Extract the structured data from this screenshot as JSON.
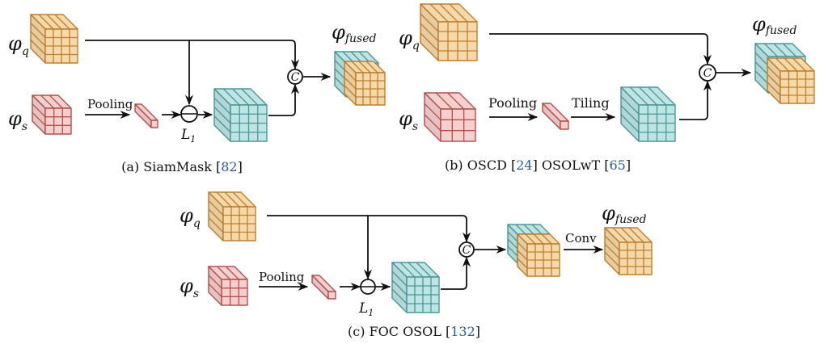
{
  "colors": {
    "query_fill": "#f6d9ab",
    "query_stroke": "#c07f2c",
    "support_fill": "#f6cfcf",
    "support_stroke": "#b4514b",
    "feature_fill": "#bfe4e4",
    "feature_stroke": "#4a9898",
    "citation": "#2a5c8f"
  },
  "symbols": {
    "phi": "φ",
    "q": "q",
    "s": "s",
    "fused": "fused",
    "L": "L",
    "one": "1",
    "concat": "C"
  },
  "labels": {
    "pooling": "Pooling",
    "tiling": "Tiling",
    "conv": "Conv"
  },
  "captions": {
    "a": {
      "tag": "(a)",
      "parts": [
        {
          "text": "SiamMask",
          "ref": "82"
        }
      ]
    },
    "b": {
      "tag": "(b)",
      "parts": [
        {
          "text": "OSCD",
          "ref": "24"
        },
        {
          "text": "OSOLwT",
          "ref": "65"
        }
      ]
    },
    "c": {
      "tag": "(c)",
      "parts": [
        {
          "text": "FOC OSOL",
          "ref": "132"
        }
      ]
    }
  }
}
